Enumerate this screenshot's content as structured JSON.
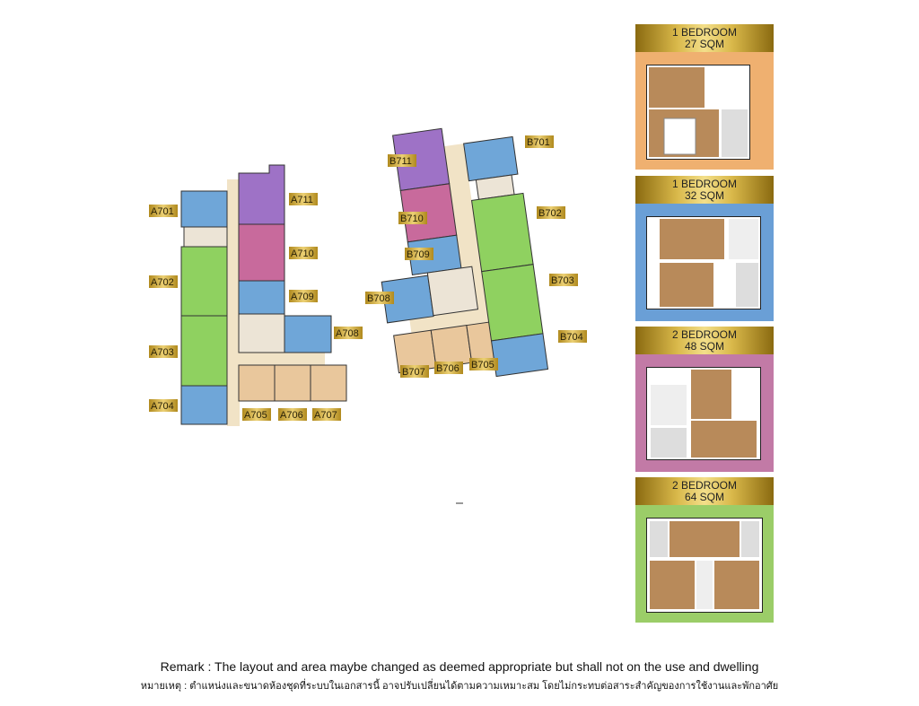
{
  "tower_a": {
    "units": [
      "A701",
      "A702",
      "A703",
      "A704",
      "A705",
      "A706",
      "A707",
      "A708",
      "A709",
      "A710",
      "A711"
    ]
  },
  "tower_b": {
    "units": [
      "B701",
      "B702",
      "B703",
      "B704",
      "B705",
      "B706",
      "B707",
      "B708",
      "B709",
      "B710",
      "B711"
    ]
  },
  "legend": [
    {
      "type": "1 BEDROOM",
      "size": "27 SQM",
      "color": "#efb070"
    },
    {
      "type": "1 BEDROOM",
      "size": "32 SQM",
      "color": "#6a9fd6"
    },
    {
      "type": "2 BEDROOM",
      "size": "48 SQM",
      "color": "#c27aa6"
    },
    {
      "type": "2 BEDROOM",
      "size": "64 SQM",
      "color": "#9bcd68"
    }
  ],
  "colors": {
    "blue": "#6fa6d8",
    "green": "#8fd160",
    "purple": "#9e72c6",
    "pink": "#c86a9c",
    "tan": "#e9c79c",
    "corridor": "#f1e3c6",
    "label_gold": "#d9b23a"
  },
  "remark": {
    "en": "Remark : The layout and area maybe changed as deemed appropriate but shall not on the use and dwelling",
    "th": "หมายเหตุ : ตำแหน่งและขนาดห้องชุดที่ระบบในเอกสารนี้ อาจปรับเปลี่ยนได้ตามความเหมาะสม โดยไม่กระทบต่อสาระสำคัญของการใช้งานและพักอาศัย"
  }
}
